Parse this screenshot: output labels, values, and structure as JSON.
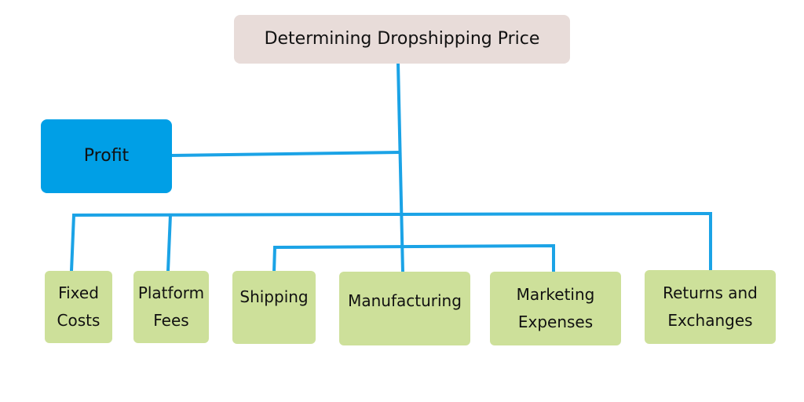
{
  "diagram": {
    "title": "Determining Dropshipping Price",
    "profit": {
      "label": "Profit"
    },
    "costs": [
      {
        "line1": "Fixed",
        "line2": "Costs"
      },
      {
        "line1": "Platform",
        "line2": "Fees"
      },
      {
        "line1": "Shipping",
        "line2": ""
      },
      {
        "line1": "Manufacturing",
        "line2": ""
      },
      {
        "line1": "Marketing",
        "line2": "Expenses"
      },
      {
        "line1": "Returns and",
        "line2": "Exchanges"
      }
    ]
  },
  "colors": {
    "connector": "#1ba3e6",
    "root_fill": "#e8dcd9",
    "profit_fill": "#009fe6",
    "cost_fill": "#cde09a"
  }
}
